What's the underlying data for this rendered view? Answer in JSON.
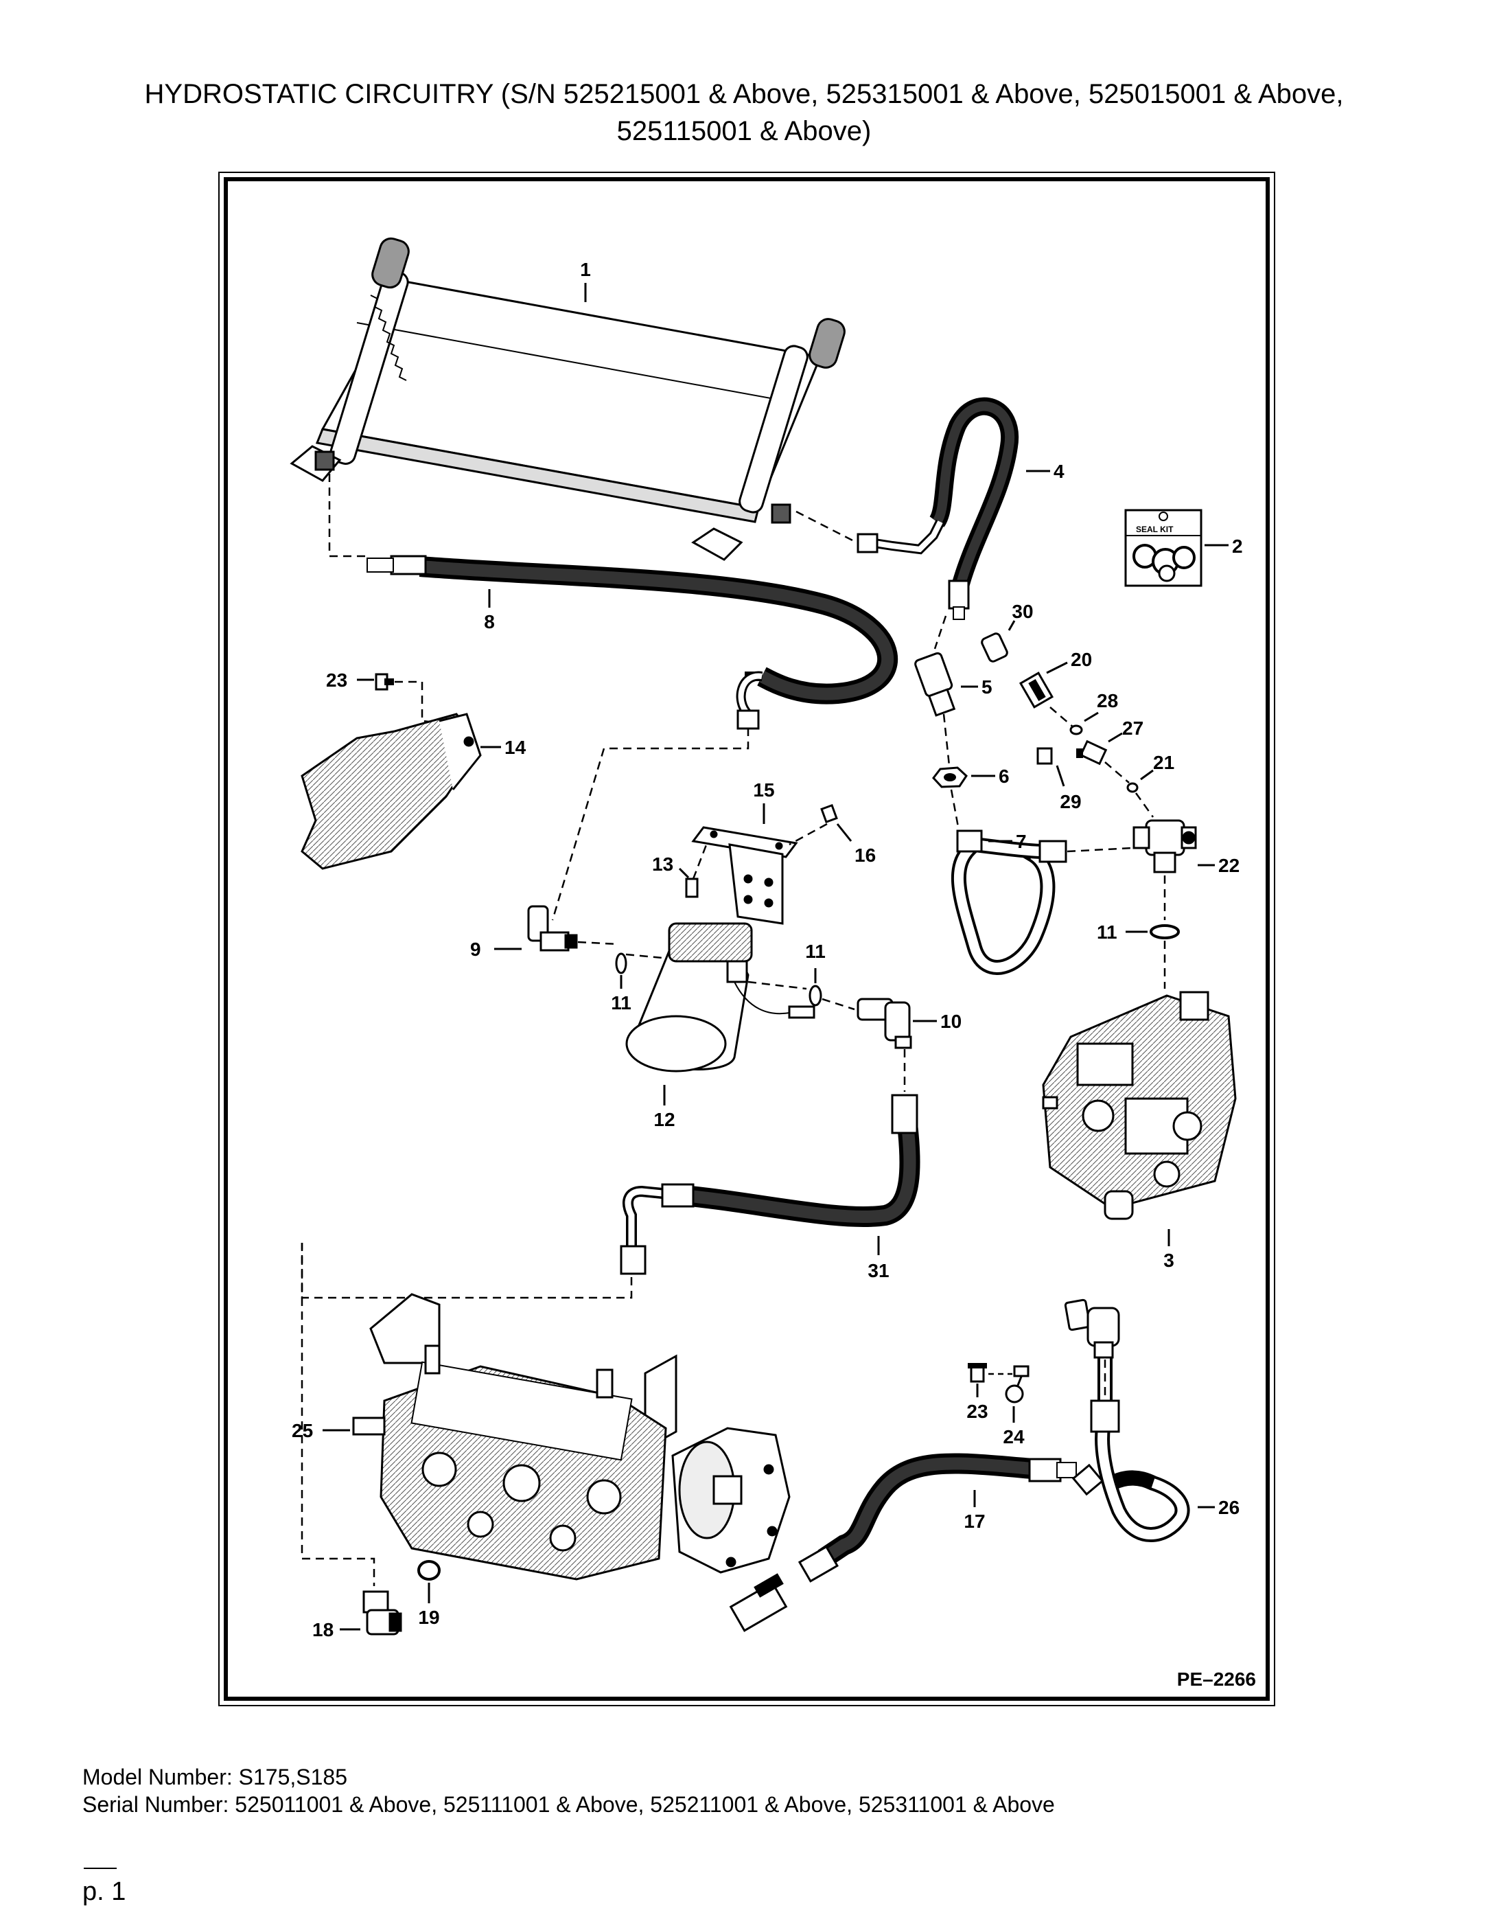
{
  "title_line1": "HYDROSTATIC CIRCUITRY (S/N 525215001 & Above, 525315001 & Above, 525015001 & Above,",
  "title_line2": "525115001 & Above)",
  "drawing_id": "PE–2266",
  "seal_kit_label": "SEAL KIT",
  "callouts": {
    "c1": "1",
    "c2": "2",
    "c3": "3",
    "c4": "4",
    "c5": "5",
    "c6": "6",
    "c7": "7",
    "c8": "8",
    "c9": "9",
    "c10": "10",
    "c11a": "11",
    "c11b": "11",
    "c11c": "11",
    "c12": "12",
    "c13": "13",
    "c14": "14",
    "c15": "15",
    "c16": "16",
    "c17": "17",
    "c18": "18",
    "c19": "19",
    "c20": "20",
    "c21": "21",
    "c22": "22",
    "c23a": "23",
    "c23b": "23",
    "c24": "24",
    "c25": "25",
    "c26": "26",
    "c27": "27",
    "c28": "28",
    "c29": "29",
    "c30": "30",
    "c31": "31"
  },
  "model_number": "Model Number: S175,S185",
  "serial_number": "Serial Number: 525011001 & Above, 525111001 & Above, 525211001 & Above, 525311001 & Above",
  "page_number": "p. 1"
}
